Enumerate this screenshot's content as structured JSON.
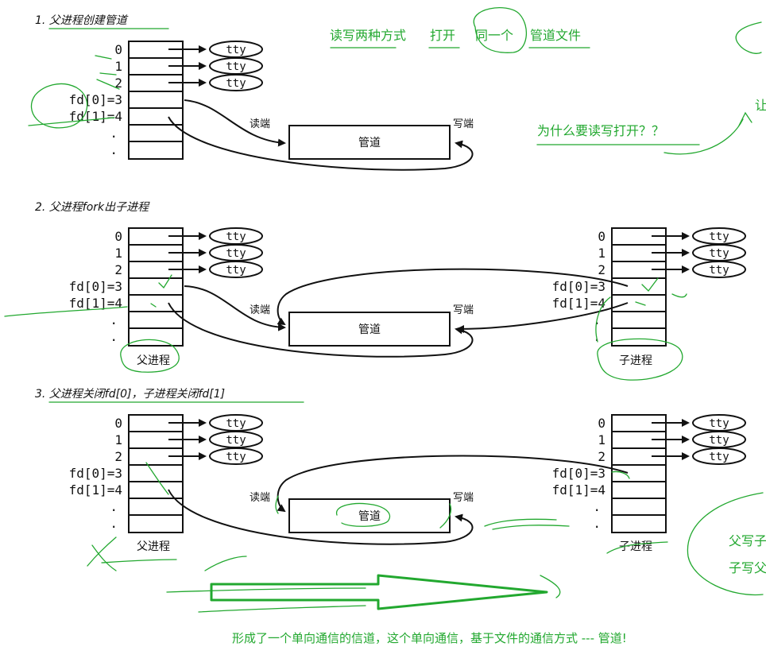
{
  "steps": [
    {
      "title": "1. 父进程创建管道"
    },
    {
      "title": "2. 父进程fork出子进程"
    },
    {
      "title": "3. 父进程关闭fd[0]，子进程关闭fd[1]"
    }
  ],
  "fd_labels": [
    "0",
    "1",
    "2",
    "fd[0]=3",
    "fd[1]=4",
    ".",
    "."
  ],
  "tty_label": "tty",
  "pipe_label": "管道",
  "read_end_label": "读端",
  "write_end_label": "写端",
  "parent_label": "父进程",
  "child_label": "子进程",
  "notes": {
    "open_modes": [
      "读写两种方式",
      "打开",
      "同一个",
      "管道文件"
    ],
    "why_rw": "为什么要读写打开？？",
    "edge_top": "让",
    "edge_mid_1": "父写子",
    "edge_mid_2": "子写父",
    "conclusion": "形成了一个单向通信的信道，这个单向通信，基于文件的通信方式 --- 管道!"
  }
}
